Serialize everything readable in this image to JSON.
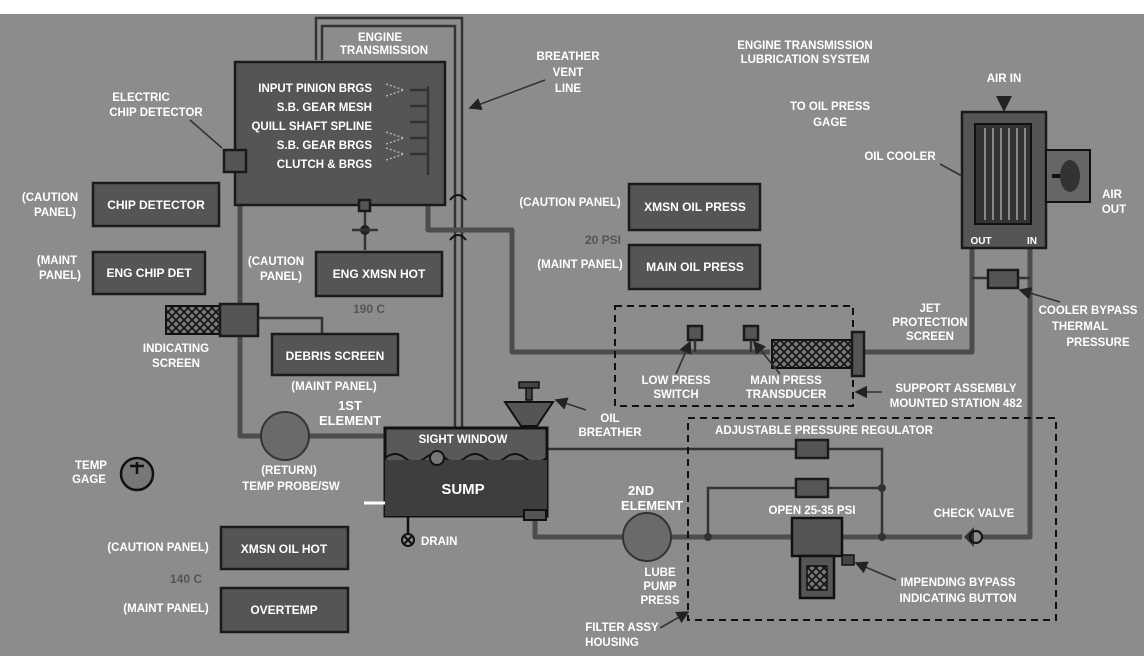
{
  "title": {
    "line1": "ENGINE TRANSMISSION",
    "line2": "LUBRICATION SYSTEM"
  },
  "transmission": {
    "label1": "ENGINE",
    "label2": "TRANSMISSION",
    "items": [
      "INPUT PINION BRGS",
      "S.B. GEAR MESH",
      "QUILL SHAFT SPLINE",
      "S.B. GEAR BRGS",
      "CLUTCH & BRGS"
    ]
  },
  "breather_vent": {
    "line1": "BREATHER",
    "line2": "VENT",
    "line3": "LINE"
  },
  "chip_detector": {
    "line1": "ELECTRIC",
    "line2": "CHIP DETECTOR"
  },
  "left_panels": {
    "caution1": "(CAUTION",
    "caution2": "PANEL)",
    "chip_detector": "CHIP DETECTOR",
    "maint1": "(MAINT",
    "maint2": "PANEL)",
    "eng_chip_det": "ENG CHIP DET"
  },
  "eng_xmsn_hot": {
    "caution1": "(CAUTION",
    "caution2": "PANEL)",
    "label": "ENG XMSN HOT",
    "temp": "190 C"
  },
  "oil_press_panels": {
    "caution": "(CAUTION PANEL)",
    "xmsn_oil_press": "XMSN OIL PRESS",
    "psi": "20 PSI",
    "maint": "(MAINT PANEL)",
    "main_oil_press": "MAIN OIL PRESS"
  },
  "to_oil_press": {
    "line1": "TO OIL PRESS",
    "line2": "GAGE"
  },
  "oil_cooler": {
    "label": "OIL COOLER",
    "air_in": "AIR IN",
    "air_out1": "AIR",
    "air_out2": "OUT",
    "out": "OUT",
    "in": "IN"
  },
  "indicating_screen": {
    "line1": "INDICATING",
    "line2": "SCREEN"
  },
  "debris_screen": {
    "label": "DEBRIS SCREEN",
    "maint": "(MAINT PANEL)"
  },
  "first_element": {
    "line1": "1ST",
    "line2": "ELEMENT"
  },
  "jet_screen": {
    "line1": "JET",
    "line2": "PROTECTION",
    "line3": "SCREEN"
  },
  "cooler_bypass": {
    "line1": "COOLER BYPASS",
    "line2": "THERMAL",
    "line3": "PRESSURE"
  },
  "low_press": {
    "line1": "LOW PRESS",
    "line2": "SWITCH"
  },
  "main_press": {
    "line1": "MAIN PRESS",
    "line2": "TRANSDUCER"
  },
  "support": {
    "line1": "SUPPORT ASSEMBLY",
    "line2": "MOUNTED STATION 482"
  },
  "oil_breather": {
    "line1": "OIL",
    "line2": "BREATHER"
  },
  "temp_gage": {
    "line1": "TEMP",
    "line2": "GAGE"
  },
  "temp_probe": {
    "line1": "(RETURN)",
    "line2": "TEMP PROBE/SW"
  },
  "sump": {
    "label": "SUMP",
    "sight_window": "SIGHT WINDOW",
    "drain": "DRAIN"
  },
  "adj_regulator": "ADJUSTABLE PRESSURE REGULATOR",
  "second_element": {
    "line1": "2ND",
    "line2": "ELEMENT"
  },
  "open_psi": "OPEN 25-35 PSI",
  "check_valve": "CHECK VALVE",
  "xmsn_oil_hot": {
    "caution": "(CAUTION PANEL)",
    "label": "XMSN OIL HOT",
    "temp": "140 C"
  },
  "overtemp": {
    "maint": "(MAINT PANEL)",
    "label": "OVERTEMP"
  },
  "lube_pump": {
    "line1": "LUBE",
    "line2": "PUMP",
    "line3": "PRESS"
  },
  "impending": {
    "line1": "IMPENDING BYPASS",
    "line2": "INDICATING BUTTON"
  },
  "filter": {
    "line1": "FILTER ASSY",
    "line2": "HOUSING"
  },
  "colors": {
    "background": "#8c8c8c",
    "box": "#555555",
    "pipe": "#4d4d4d",
    "text": "#ffffff"
  }
}
